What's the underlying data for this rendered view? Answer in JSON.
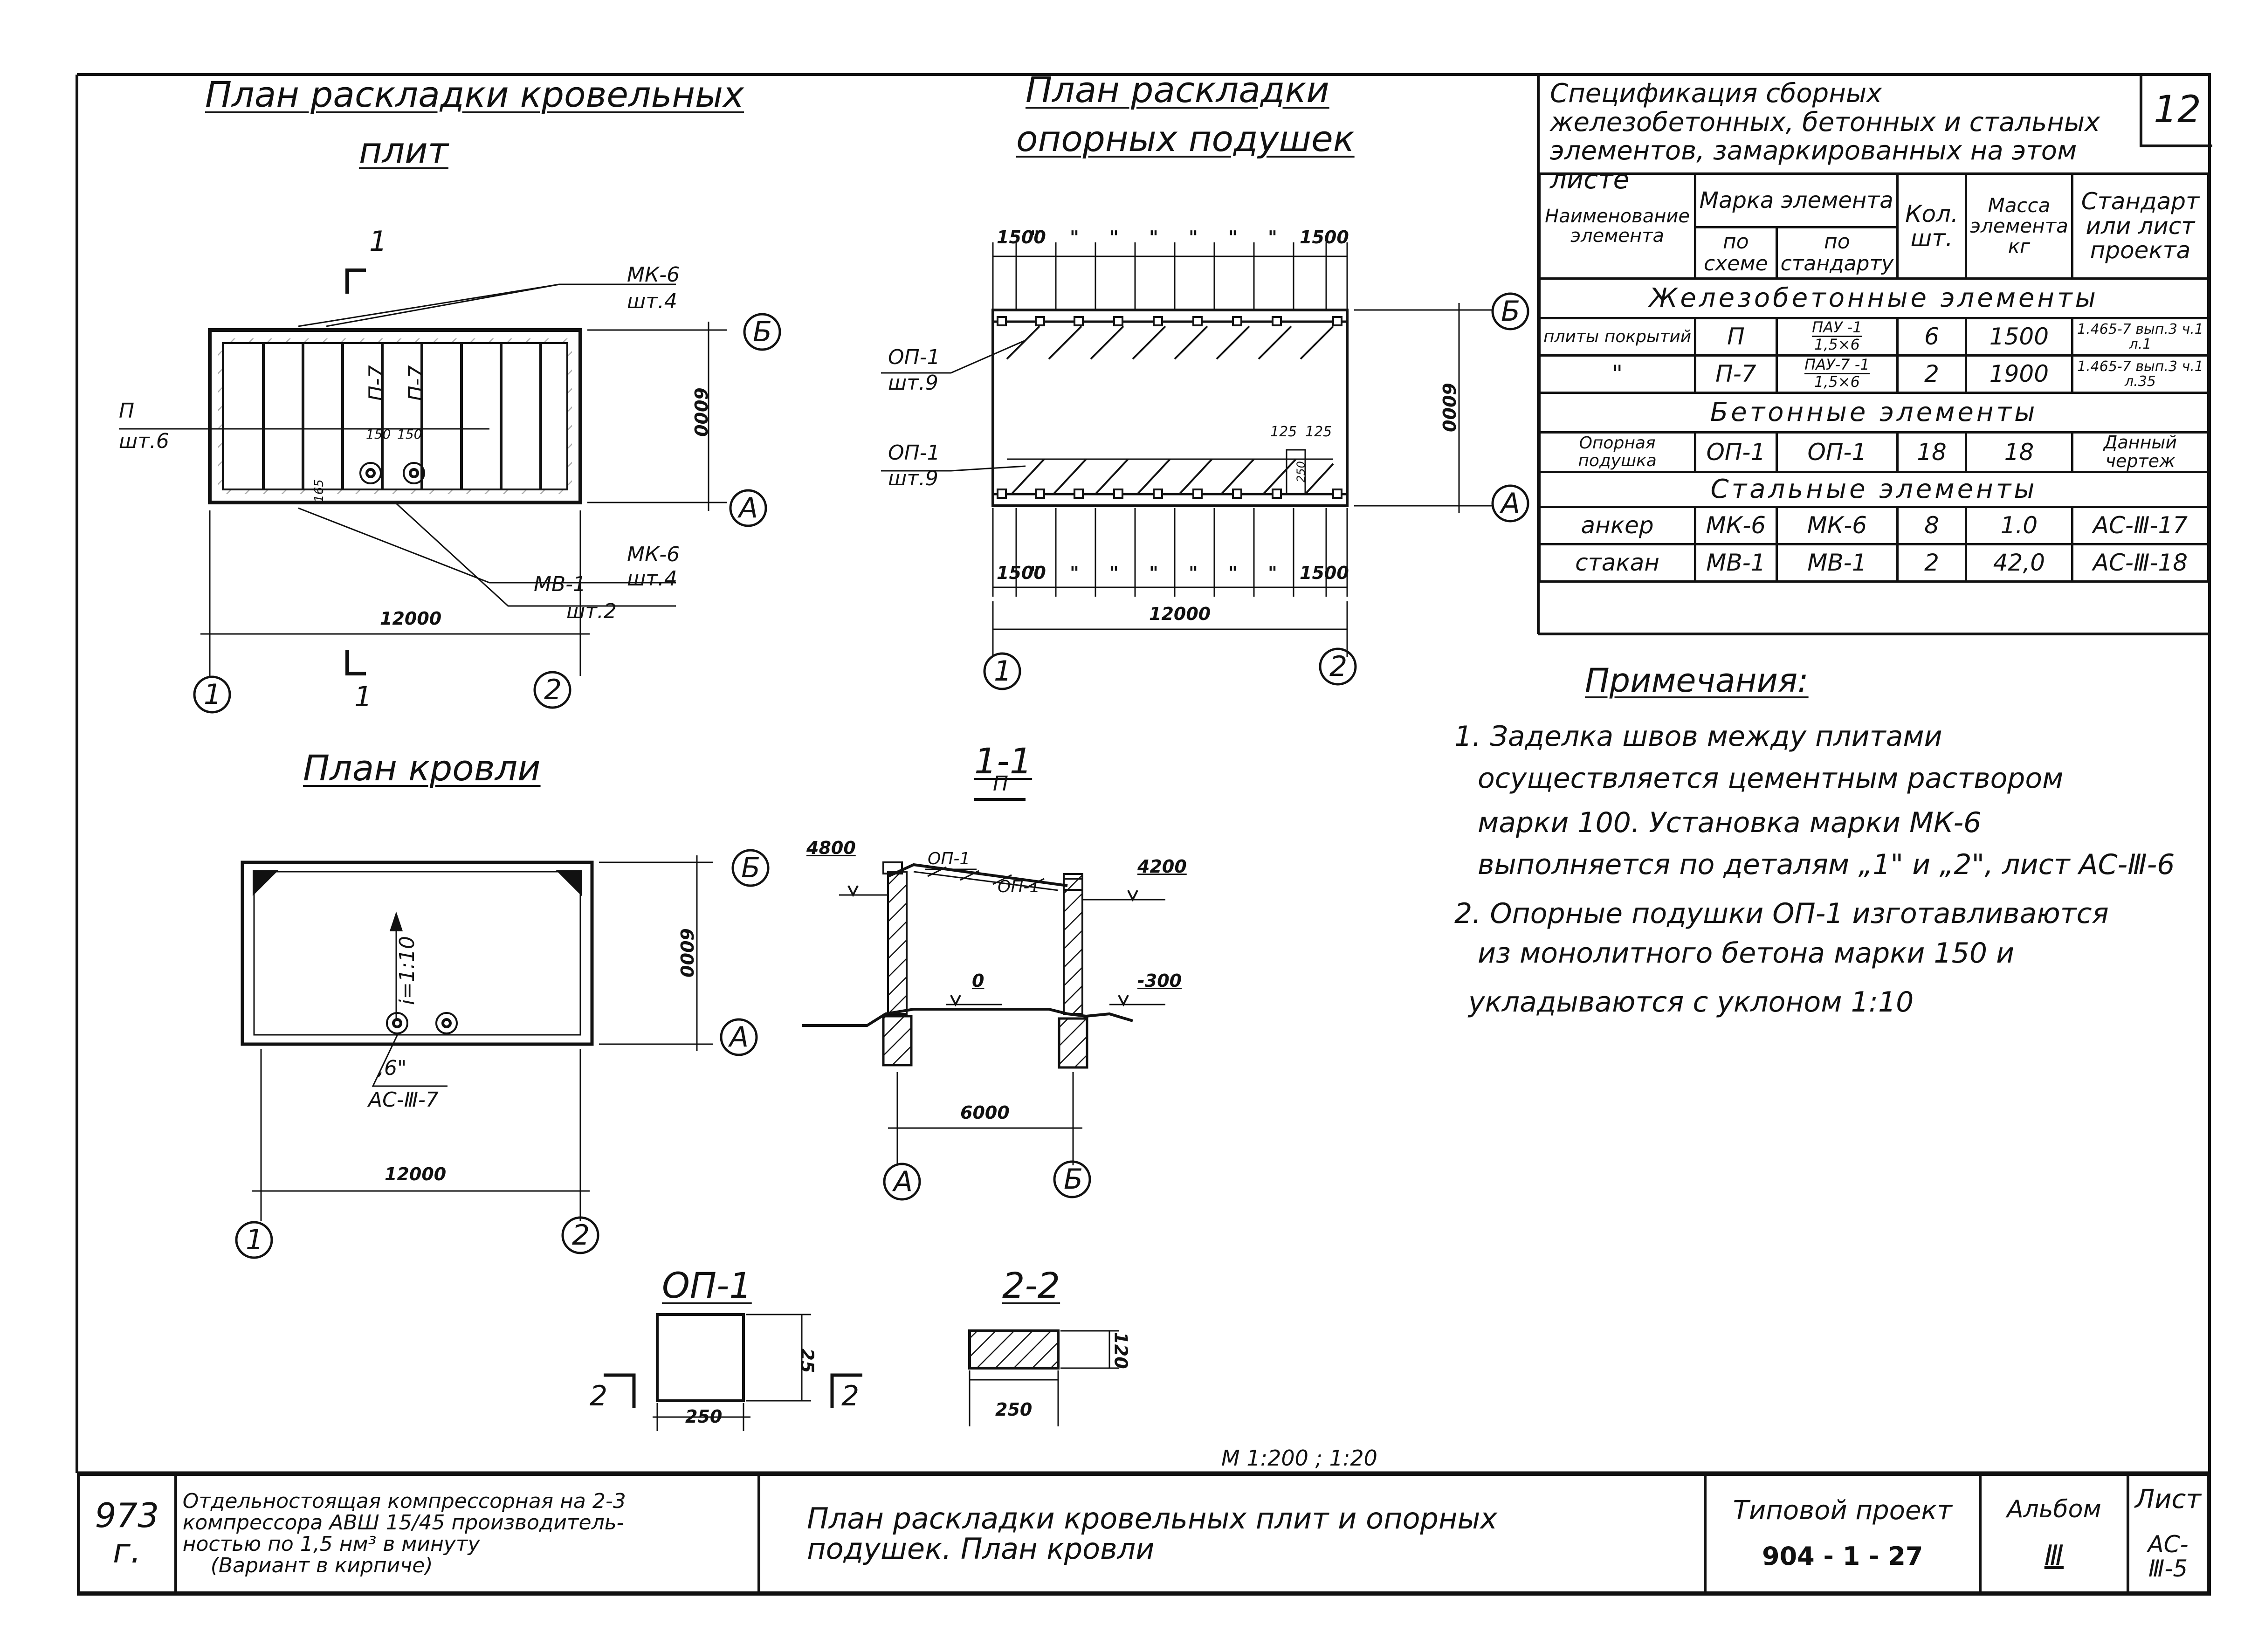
{
  "sheet_number": "12",
  "plans": {
    "slab_layout": {
      "title_1": "План раскладки кровельных",
      "title_2": "плит",
      "section_mark": "1",
      "label_mk6_top": "МК-6",
      "label_mk6_top_qty": "шт.4",
      "label_p": "П",
      "label_p_qty": "шт.6",
      "label_mk6_bottom": "МК-6",
      "label_mk6_bottom_qty": "шт.4",
      "label_mv1": "МВ-1",
      "label_mv1_qty": "шт.2",
      "slab_p7_a": "П-7",
      "slab_p7_b": "П-7",
      "dim_150_a": "150",
      "dim_150_b": "150",
      "dim_165": "165",
      "dim_width": "12000",
      "dim_height": "6000",
      "axis_1": "1",
      "axis_2": "2",
      "axis_b": "Б",
      "axis_a": "А"
    },
    "pad_layout": {
      "title_1": "План раскладки",
      "title_2": "опорных подушек",
      "label_op1_top": "ОП-1",
      "label_op1_top_qty": "шт.9",
      "label_op1_bottom": "ОП-1",
      "label_op1_bottom_qty": "шт.9",
      "dim_1500": "1500",
      "ditto": "\"",
      "dim_125": "125",
      "dim_250": "250",
      "dim_width": "12000",
      "dim_height": "6000",
      "axis_1": "1",
      "axis_2": "2",
      "axis_b": "Б",
      "axis_a": "А"
    },
    "roof_plan": {
      "title": "План кровли",
      "slope": "i=1:10",
      "detail_ref": ",6\"",
      "detail_sheet": "АС-Ⅲ-7",
      "dim_width": "12000",
      "dim_height": "6000",
      "axis_1": "1",
      "axis_2": "2",
      "axis_b": "Б",
      "axis_a": "А"
    },
    "section_1_1": {
      "title": "1-1",
      "label_p": "П",
      "label_op1_a": "ОП-1",
      "label_op1_b": "ОП-1",
      "level_4800": "4800",
      "level_4200": "4200",
      "level_0": "0",
      "level_minus300": "-300",
      "dim_6000": "6000",
      "axis_a": "А",
      "axis_b": "Б"
    },
    "detail_op1": {
      "title": "ОП-1",
      "dim_250": "250",
      "dim_25": "25",
      "cut": "2"
    },
    "section_2_2": {
      "title": "2-2",
      "dim_250": "250",
      "dim_120": "120"
    },
    "scale": "М 1:200 ;  1:20"
  },
  "spec": {
    "title": "Спецификация сборных железобетонных, бетонных и стальных элементов, замаркированных на этом листе",
    "headers": {
      "name": "Наименование элемента",
      "mark": "Марка элемента",
      "mark_scheme": "по схеме",
      "mark_standard": "по стандарту",
      "qty": "Кол. шт.",
      "mass": "Масса элемента кг",
      "standard": "Стандарт или лист проекта"
    },
    "groups": [
      {
        "name": "Железобетонные элементы",
        "rows": [
          {
            "name": "плиты покрытий",
            "scheme": "П",
            "std_num": "ПАУ -1",
            "std_den": "1,5×6",
            "qty": "6",
            "mass": "1500",
            "ref": "1.465-7 вып.3 ч.1 л.1"
          },
          {
            "name": "\"",
            "scheme": "П-7",
            "std_num": "ПАУ-7 -1",
            "std_den": "1,5×6",
            "qty": "2",
            "mass": "1900",
            "ref": "1.465-7 вып.3 ч.1 л.35"
          }
        ]
      },
      {
        "name": "Бетонные элементы",
        "rows": [
          {
            "name": "Опорная подушка",
            "scheme": "ОП-1",
            "std": "ОП-1",
            "qty": "18",
            "mass": "18",
            "ref": "Данный чертеж"
          }
        ]
      },
      {
        "name": "Стальные элементы",
        "rows": [
          {
            "name": "анкер",
            "scheme": "МК-6",
            "std": "МК-6",
            "qty": "8",
            "mass": "1.0",
            "ref": "АС-Ⅲ-17"
          },
          {
            "name": "стакан",
            "scheme": "МВ-1",
            "std": "МВ-1",
            "qty": "2",
            "mass": "42,0",
            "ref": "АС-Ⅲ-18"
          }
        ]
      }
    ]
  },
  "notes": {
    "title": "Примечания:",
    "n1_l1": "1. Заделка швов между плитами",
    "n1_l2": "осуществляется цементным раствором",
    "n1_l3": "марки 100.   Установка марки МК-6",
    "n1_l4": "выполняется по деталям „1\" и „2\", лист АС-Ⅲ-6",
    "n2_l1": "2. Опорные подушки ОП-1 изготавливаются",
    "n2_l2": "из монолитного бетона марки 150 и",
    "n2_l3": "укладываются с уклоном 1:10"
  },
  "stamp": {
    "code": "973 г.",
    "object_1": "Отдельностоящая компрессорная на 2-3",
    "object_2": "компрессора АВШ 15/45 производитель-",
    "object_3": "ностью по 1,5 нм³ в минуту",
    "object_4": "(Вариант в кирпиче)",
    "sheet_title_1": "План раскладки кровельных плит и опорных",
    "sheet_title_2": "подушек.          План кровли",
    "project_label": "Типовой проект",
    "project_value": "904 - 1 - 27",
    "album_label": "Альбом",
    "album_value": "Ⅲ",
    "sheet_label": "Лист",
    "sheet_value": "АС-Ⅲ-5"
  }
}
